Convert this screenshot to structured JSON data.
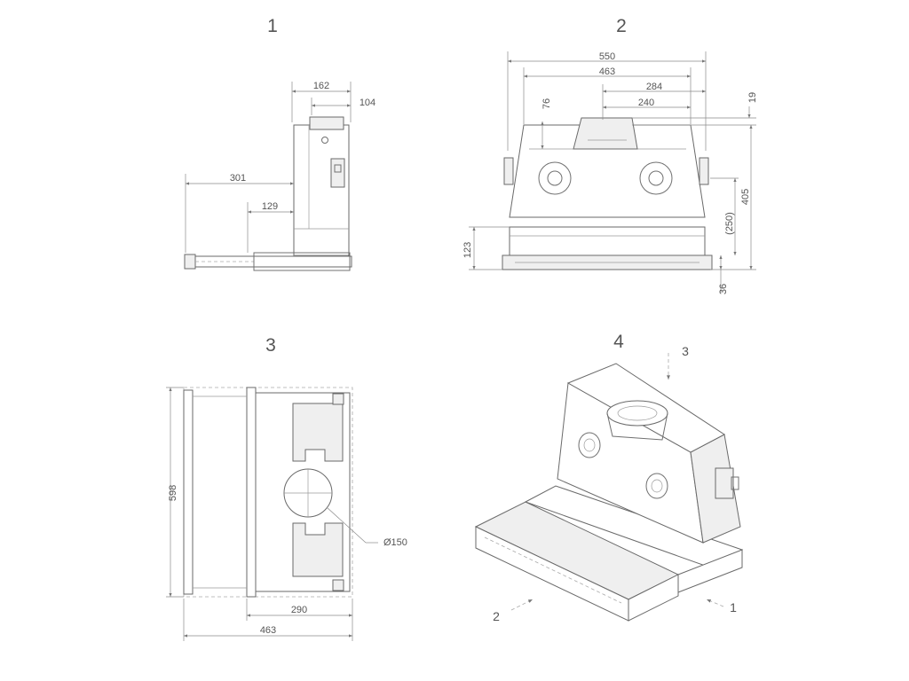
{
  "views": {
    "v1": {
      "number": "1",
      "dims": {
        "w162": "162",
        "w104": "104",
        "d301": "301",
        "d129": "129"
      }
    },
    "v2": {
      "number": "2",
      "dims": {
        "w550": "550",
        "w463": "463",
        "w284": "284",
        "w240": "240",
        "h76": "76",
        "h19": "19",
        "h405": "405",
        "h250": "(250)",
        "h123": "123",
        "h36": "36"
      }
    },
    "v3": {
      "number": "3",
      "dims": {
        "h598": "598",
        "w290": "290",
        "w463": "463",
        "dia": "Ø150"
      }
    },
    "v4": {
      "number": "4",
      "callouts": {
        "c1": "1",
        "c2": "2",
        "c3": "3"
      }
    }
  },
  "colors": {
    "line": "#6a6a6a",
    "text": "#555555",
    "background": "#ffffff"
  }
}
